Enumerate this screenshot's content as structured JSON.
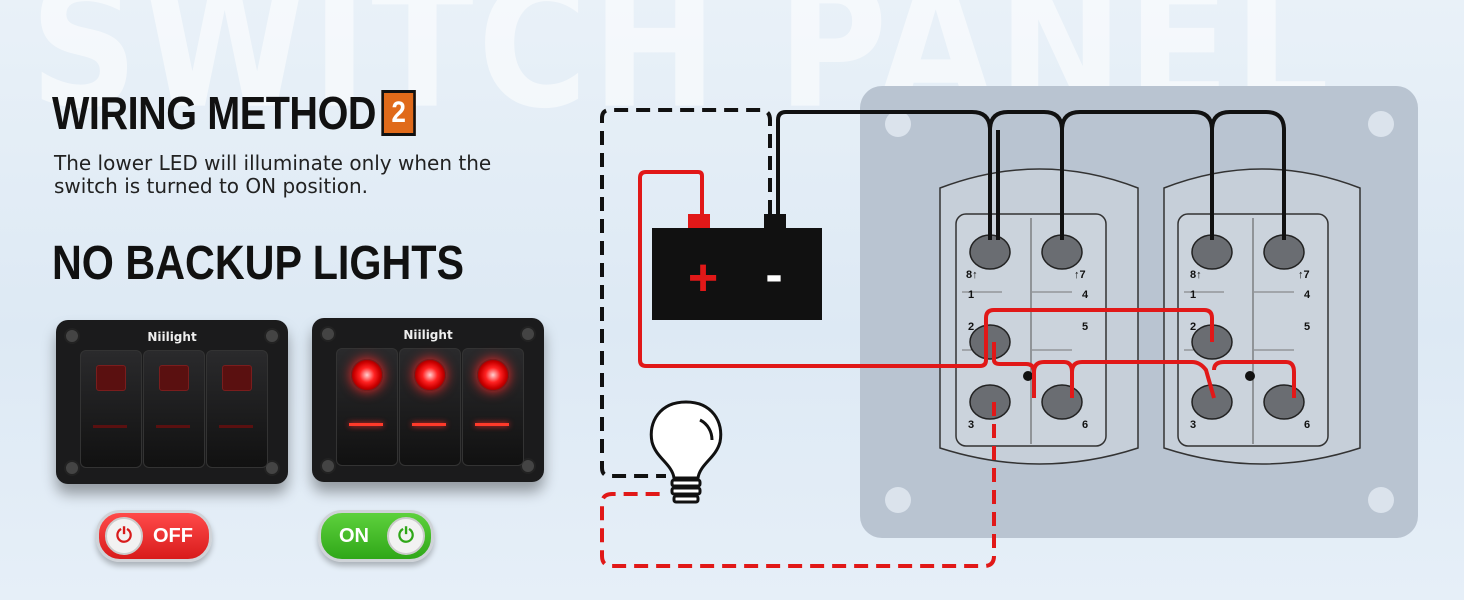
{
  "watermark": "SWITCH PANEL",
  "heading": {
    "title": "WIRING METHOD",
    "method_number": "2"
  },
  "description": "The lower LED will illuminate only when the switch is turned to ON position.",
  "subheading": "NO BACKUP LIGHTS",
  "panels": {
    "brand": "Niilight",
    "off_panel": {
      "rockers": 3,
      "lit": false
    },
    "on_panel": {
      "rockers": 3,
      "lit": true
    }
  },
  "toggles": {
    "off_label": "OFF",
    "on_label": "ON",
    "power_symbol": "⏻"
  },
  "battery": {
    "plus_label": "+",
    "minus_label": "-"
  },
  "switches": {
    "terminal_labels": {
      "t8": "8↑",
      "t7": "↑7",
      "t1": "1",
      "t4": "4",
      "t2": "2",
      "t5": "5",
      "t3": "3",
      "t6": "6"
    }
  },
  "colors": {
    "positive_wire": "#e11818",
    "negative_wire": "#111111",
    "accent_orange": "#e06a1a",
    "off_red": "#d81b1b",
    "on_green": "#2fa718",
    "mount_plate": "#b9c4d1"
  },
  "icons": {
    "bulb": "light-bulb-icon",
    "power": "power-icon"
  }
}
